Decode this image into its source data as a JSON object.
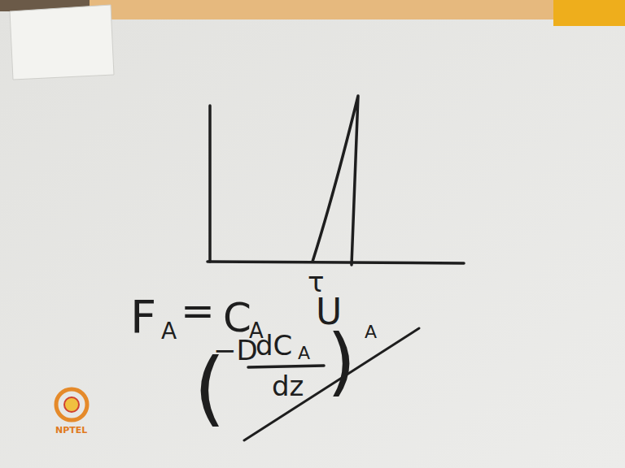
{
  "diagram": {
    "labels": [
      "τ",
      "F",
      "A",
      "=",
      "C",
      "A",
      "U",
      "(",
      "−D",
      "dC",
      "A",
      "dz",
      ")",
      "A",
      "NPTEL"
    ]
  }
}
